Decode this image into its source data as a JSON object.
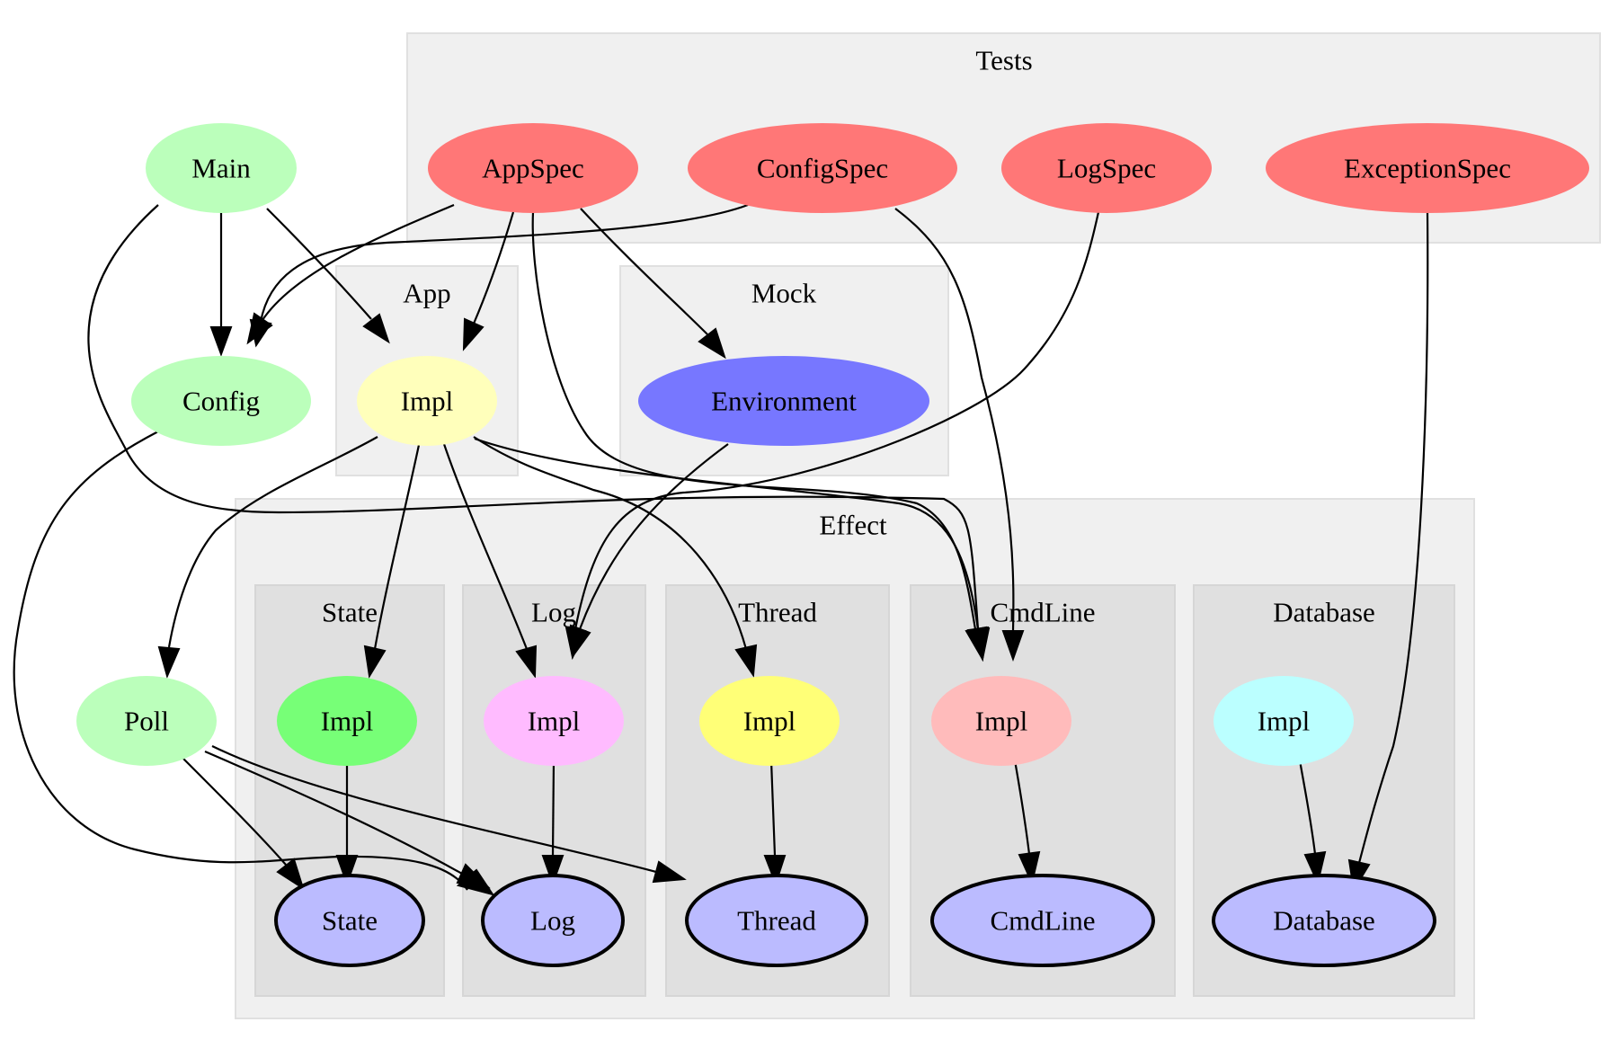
{
  "clusters": {
    "tests": "Tests",
    "app": "App",
    "mock": "Mock",
    "effect": "Effect",
    "state": "State",
    "log": "Log",
    "thread": "Thread",
    "cmdline": "CmdLine",
    "database": "Database"
  },
  "nodes": {
    "main": {
      "label": "Main",
      "color": "#bbffbb"
    },
    "config": {
      "label": "Config",
      "color": "#bbffbb"
    },
    "poll": {
      "label": "Poll",
      "color": "#bbffbb"
    },
    "app_spec": {
      "label": "AppSpec",
      "color": "#ff7777"
    },
    "config_spec": {
      "label": "ConfigSpec",
      "color": "#ff7777"
    },
    "log_spec": {
      "label": "LogSpec",
      "color": "#ff7777"
    },
    "exception_spec": {
      "label": "ExceptionSpec",
      "color": "#ff7777"
    },
    "app_impl": {
      "label": "Impl",
      "color": "#ffffbb"
    },
    "environment": {
      "label": "Environment",
      "color": "#7777ff"
    },
    "state_impl": {
      "label": "Impl",
      "color": "#77ff77"
    },
    "log_impl": {
      "label": "Impl",
      "color": "#ffbbff"
    },
    "thread_impl": {
      "label": "Impl",
      "color": "#ffff77"
    },
    "cmdline_impl": {
      "label": "Impl",
      "color": "#ffbbbb"
    },
    "database_impl": {
      "label": "Impl",
      "color": "#bbffff"
    },
    "state": {
      "label": "State",
      "color": "#bbbbff"
    },
    "log": {
      "label": "Log",
      "color": "#bbbbff"
    },
    "thread": {
      "label": "Thread",
      "color": "#bbbbff"
    },
    "cmdline": {
      "label": "CmdLine",
      "color": "#bbbbff"
    },
    "database": {
      "label": "Database",
      "color": "#bbbbff"
    }
  },
  "edges": [
    [
      "main",
      "config"
    ],
    [
      "main",
      "app_impl"
    ],
    [
      "main",
      "cmdline_impl"
    ],
    [
      "app_spec",
      "config"
    ],
    [
      "app_spec",
      "app_impl"
    ],
    [
      "app_spec",
      "environment"
    ],
    [
      "app_spec",
      "cmdline_impl"
    ],
    [
      "config_spec",
      "config"
    ],
    [
      "config_spec",
      "cmdline_impl"
    ],
    [
      "log_spec",
      "log_impl"
    ],
    [
      "exception_spec",
      "database"
    ],
    [
      "config",
      "log"
    ],
    [
      "app_impl",
      "poll"
    ],
    [
      "app_impl",
      "state_impl"
    ],
    [
      "app_impl",
      "log_impl"
    ],
    [
      "app_impl",
      "thread_impl"
    ],
    [
      "app_impl",
      "cmdline_impl"
    ],
    [
      "environment",
      "log_impl"
    ],
    [
      "poll",
      "state"
    ],
    [
      "poll",
      "log"
    ],
    [
      "poll",
      "thread"
    ],
    [
      "state_impl",
      "state"
    ],
    [
      "log_impl",
      "log"
    ],
    [
      "thread_impl",
      "thread"
    ],
    [
      "cmdline_impl",
      "cmdline"
    ],
    [
      "database_impl",
      "database"
    ]
  ]
}
